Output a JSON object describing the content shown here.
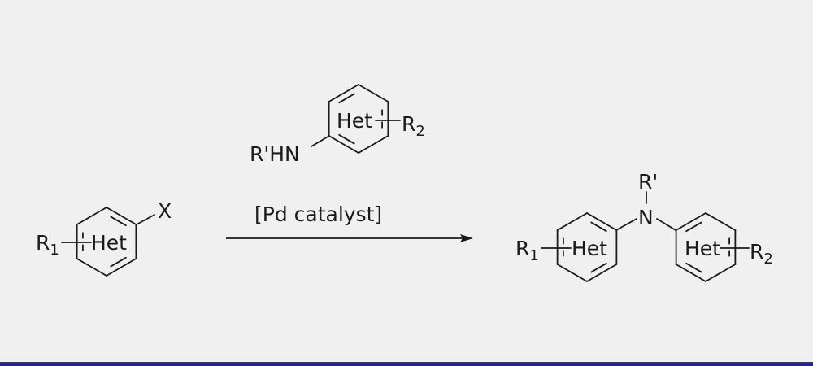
{
  "colors": {
    "background": "#f0f0f0",
    "ink": "#1a1a1a",
    "footer_bar": "#2020a8"
  },
  "reactant_aryl_halide": {
    "substituent": "R",
    "substituent_sub": "1",
    "ring": "Het",
    "leaving_group": "X"
  },
  "reagent_amine": {
    "amine": "R'HN",
    "ring": "Het",
    "substituent": "R",
    "substituent_sub": "2"
  },
  "conditions": {
    "catalyst": "[Pd catalyst]"
  },
  "product": {
    "left_substituent": "R",
    "left_substituent_sub": "1",
    "left_ring": "Het",
    "nitrogen": "N",
    "n_substituent": "R'",
    "right_ring": "Het",
    "right_substituent": "R",
    "right_substituent_sub": "2"
  }
}
